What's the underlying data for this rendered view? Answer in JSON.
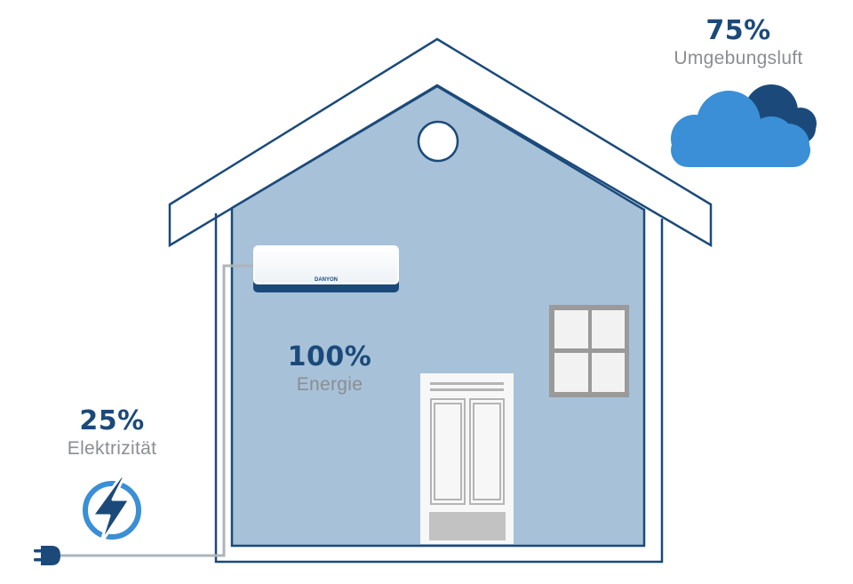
{
  "ambient": {
    "percent": "75%",
    "label": "Umgebungsluft"
  },
  "energy": {
    "percent": "100%",
    "label": "Energie"
  },
  "electricity": {
    "percent": "25%",
    "label": "Elektrizität"
  },
  "ac_unit": {
    "brand": "DANYON"
  },
  "icons": {
    "cloud": "cloud-icon",
    "lightning": "lightning-bolt-icon",
    "plug": "power-plug-icon"
  },
  "colors": {
    "outline": "#1b4a7a",
    "house_fill": "#a7c1d8",
    "cloud_light": "#3a8fd6",
    "cloud_dark": "#1b4a7a",
    "window_frame": "#9a9a9a",
    "cable": "#aeb4ba"
  }
}
